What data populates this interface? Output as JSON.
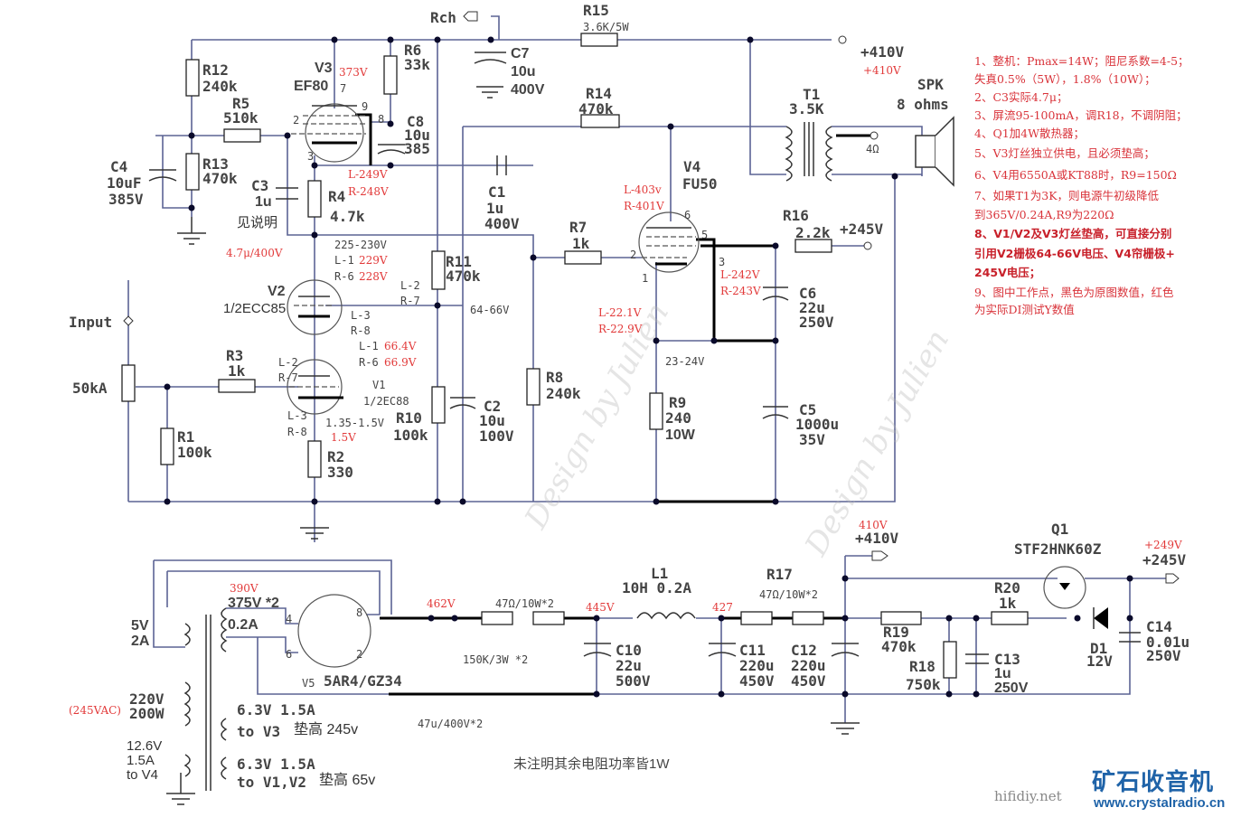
{
  "notes": [
    "1、整机：Pmax=14W；阻尼系数=4-5；",
    "失真0.5%（5W），1.8%（10W）；",
    "2、C3实际4.7μ；",
    "3、屏流95-100mA，调R18，不调阴阻；",
    "4、Q1加4W散热器；",
    "5、V3灯丝独立供电，且必须垫高；",
    "6、V4用6550A或KT88时，R9=150Ω",
    "7、如果T1为3K，则电源牛初级降低",
    "到365V/0.24A,R9为220Ω",
    "8、V1/V2及V3灯丝垫高，可直接分别",
    "引用V2栅极64-66V电压、V4帘栅极+",
    "245V电压；",
    "9、图中工作点，黑色为原图数值，红色",
    "为实际DI测试Y数值"
  ],
  "amp": {
    "rch": "Rch",
    "input": "Input",
    "pot": "50kA",
    "r1": {
      "name": "R1",
      "value": "100k"
    },
    "r2": {
      "name": "R2",
      "value": "330"
    },
    "r3": {
      "name": "R3",
      "value": "1k"
    },
    "r4": {
      "name": "R4",
      "value": "4.7k"
    },
    "r5": {
      "name": "R5",
      "value": "510k"
    },
    "r6": {
      "name": "R6",
      "value": "33k"
    },
    "r7": {
      "name": "R7",
      "value": "1k"
    },
    "r8": {
      "name": "R8",
      "value": "240k"
    },
    "r9": {
      "name": "R9",
      "value": "240",
      "power": "10W"
    },
    "r10": {
      "name": "R10",
      "value": "100k"
    },
    "r11": {
      "name": "R11",
      "value": "470k"
    },
    "r12": {
      "name": "R12",
      "value": "240k"
    },
    "r13": {
      "name": "R13",
      "value": "470k"
    },
    "r14": {
      "name": "R14",
      "value": "470k"
    },
    "r15": {
      "name": "R15",
      "value": "3.6K/5W"
    },
    "r16": {
      "name": "R16",
      "value": "2.2k"
    },
    "c1": {
      "name": "C1",
      "value": "1u",
      "volt": "400V"
    },
    "c2": {
      "name": "C2",
      "value": "10u",
      "volt": "100V"
    },
    "c3": {
      "name": "C3",
      "value": "1u",
      "note": "见说明",
      "actual": "4.7μ/400V"
    },
    "c4": {
      "name": "C4",
      "value": "10uF",
      "volt": "385V"
    },
    "c5": {
      "name": "C5",
      "value": "1000u",
      "volt": "35V"
    },
    "c6": {
      "name": "C6",
      "value": "22u",
      "volt": "250V"
    },
    "c7": {
      "name": "C7",
      "value": "10u",
      "volt": "400V"
    },
    "c8": {
      "name": "C8",
      "value": "10u",
      "volt": "385"
    },
    "v1": {
      "name": "V1",
      "type": "1/2EC88"
    },
    "v2": {
      "name": "V2",
      "type": "1/2ECC85"
    },
    "v3": {
      "name": "V3",
      "type": "EF80",
      "volt_red": "373V"
    },
    "v4": {
      "name": "V4",
      "type": "FU50"
    },
    "t1": {
      "name": "T1",
      "value": "3.5K",
      "tap": "4Ω"
    },
    "spk": {
      "name": "SPK",
      "value": "8 ohms"
    },
    "b410": "+410V",
    "b410_red": "+410V",
    "b245": "+245V",
    "pins": {
      "v3_7": "7",
      "v3_9": "9",
      "v3_8": "8",
      "v3_2": "2",
      "v3_3": "3",
      "v4_6": "6",
      "v4_5": "5",
      "v4_2": "2",
      "v4_1": "1",
      "v4_3": "3"
    },
    "v_v3_cath": {
      "l": "L-249V",
      "r": "R-248V"
    },
    "v_v2_plate": {
      "orig": "225-230V",
      "l_lbl": "L-1",
      "l": "229V",
      "r_lbl": "R-6",
      "r": "228V"
    },
    "v_v2_grid_pins": {
      "l": "L-2",
      "r": "R-7"
    },
    "v_v2_cath_pins": {
      "l": "L-3",
      "r": "R-8"
    },
    "v_v1_plate": {
      "l_lbl": "L-1",
      "l": "66.4V",
      "r_lbl": "R-6",
      "r": "66.9V"
    },
    "v_v1_grid_pins": {
      "l": "L-2",
      "r": "R-7"
    },
    "v_v1_cath": {
      "l": "L-3",
      "r": "R-8",
      "orig": "1.35-1.5V",
      "red": "1.5V"
    },
    "v_r11_pins": {
      "l": "L-2",
      "r": "R-7"
    },
    "v_grid_bias": "64-66V",
    "v_v4_plate": {
      "l": "L-403v",
      "r": "R-401V"
    },
    "v_v4_cath": {
      "l": "L-22.1V",
      "r": "R-22.9V"
    },
    "v_v4_cath_orig": "23-24V",
    "v_v4_screen": {
      "l": "L-242V",
      "r": "R-243V"
    }
  },
  "psu": {
    "pt": {
      "hv": "375V *2",
      "hv_red": "390V",
      "hv_i": "0.2A",
      "fil5": "5V",
      "fil5_i": "2A",
      "pri": "220V",
      "pri_w": "200W",
      "pri_red": "(245VAC)",
      "f1": "6.3V 1.5A",
      "f1_to": "to V3",
      "f1_lift": "垫高 245v",
      "f2": "6.3V 1.5A",
      "f2_to": "to V1,V2",
      "f2_lift": "垫高 65v",
      "f3": "12.6V",
      "f3_i": "1.5A",
      "f3_to": "to V4"
    },
    "v5": {
      "name": "V5",
      "type": "5AR4/GZ34",
      "p4": "4",
      "p6": "6",
      "p8": "8",
      "p2": "2"
    },
    "v462": "462V",
    "bleed": "150K/3W *2",
    "caps_in": "47u/400V*2",
    "r_in": "47Ω/10W*2",
    "v445": "445V",
    "l1": {
      "name": "L1",
      "value": "10H 0.2A"
    },
    "v427": "427",
    "r17": {
      "name": "R17",
      "value": "47Ω/10W*2"
    },
    "c10": {
      "name": "C10",
      "value": "22u",
      "volt": "500V"
    },
    "c11": {
      "name": "C11",
      "value": "220u",
      "volt": "450V"
    },
    "c12": {
      "name": "C12",
      "value": "220u",
      "volt": "450V"
    },
    "out410": "+410V",
    "out410_red": "410V",
    "q1": {
      "name": "Q1",
      "type": "STF2HNK60Z"
    },
    "r18": {
      "name": "R18",
      "value": "750k"
    },
    "r19": {
      "name": "R19",
      "value": "470k"
    },
    "r20": {
      "name": "R20",
      "value": "1k"
    },
    "c13": {
      "name": "C13",
      "value": "1u",
      "volt": "250V"
    },
    "c14": {
      "name": "C14",
      "value": "0.01u",
      "volt": "250V"
    },
    "d1": {
      "name": "D1",
      "value": "12V"
    },
    "out245": "+245V",
    "out245_red": "+249V"
  },
  "footer": "未注明其余电阻功率皆1W",
  "watermark": "Design by Julien",
  "branding": {
    "site": "hifidiy.net",
    "cn": "矿石收音机",
    "url": "www.crystalradio.cn"
  }
}
